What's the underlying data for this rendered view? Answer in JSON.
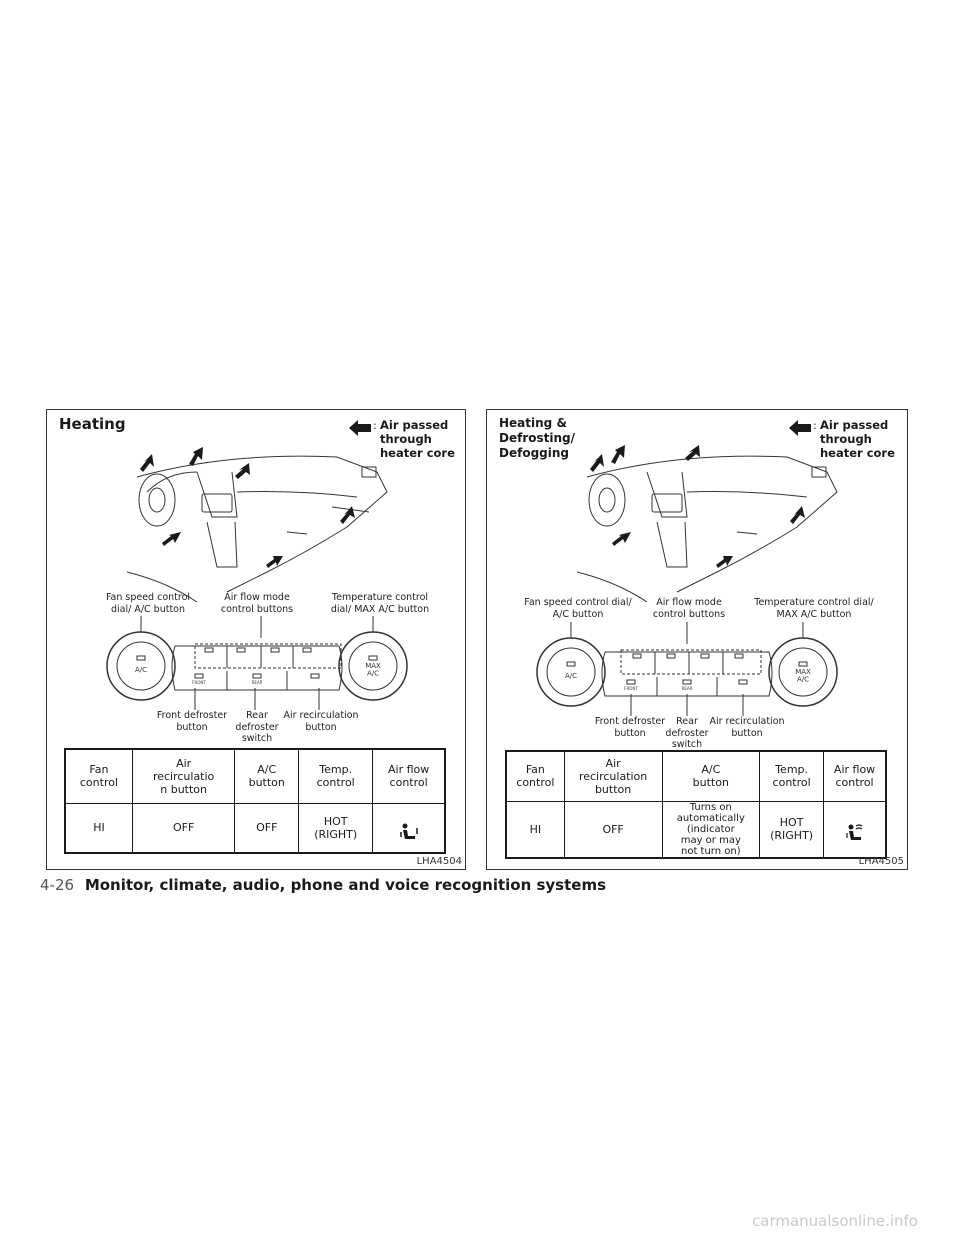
{
  "panels": [
    {
      "title": "Heating",
      "legend": "Air passed\nthrough\nheater core",
      "labels": {
        "fan": "Fan speed control\ndial/ A/C button",
        "airflow": "Air flow mode\ncontrol buttons",
        "temp": "Temperature control\ndial/ MAX A/C button",
        "front": "Front defroster\nbutton",
        "rear": "Rear\ndefroster\nswitch",
        "recirc": "Air recirculation\nbutton"
      },
      "control": {
        "ac": "A/C",
        "max": "MAX\nA/C",
        "front": "FRONT",
        "rear": "REAR"
      },
      "table": {
        "headers": [
          "Fan\ncontrol",
          "Air\nrecirculatio\nn button",
          "A/C\nbutton",
          "Temp.\ncontrol",
          "Air flow\ncontrol"
        ],
        "values": [
          "HI",
          "OFF",
          "OFF",
          "HOT\n(RIGHT)"
        ],
        "icon": "floor-vent-icon"
      },
      "figure_id": "LHA4504"
    },
    {
      "title": "Heating &\nDefrosting/\nDefogging",
      "legend": "Air passed\nthrough\nheater core",
      "labels": {
        "fan": "Fan speed control dial/\nA/C button",
        "airflow": "Air flow mode\ncontrol buttons",
        "temp": "Temperature control dial/\nMAX A/C button",
        "front": "Front defroster\nbutton",
        "rear": "Rear\ndefroster\nswitch",
        "recirc": "Air recirculation\nbutton"
      },
      "control": {
        "ac": "A/C",
        "max": "MAX\nA/C",
        "front": "FRONT",
        "rear": "REAR"
      },
      "table": {
        "headers": [
          "Fan\ncontrol",
          "Air\nrecirculation\nbutton",
          "A/C\nbutton",
          "Temp.\ncontrol",
          "Air flow\ncontrol"
        ],
        "values": [
          "HI",
          "OFF",
          "Turns on\nautomatically\n(indicator\nmay or may\nnot turn on)",
          "HOT\n(RIGHT)"
        ],
        "icon": "defrost-floor-vent-icon"
      },
      "figure_id": "LHA4505"
    }
  ],
  "footer": {
    "page_number": "4-26",
    "title": "Monitor, climate, audio, phone and voice recognition systems"
  },
  "watermark": "carmanualsonline.info"
}
